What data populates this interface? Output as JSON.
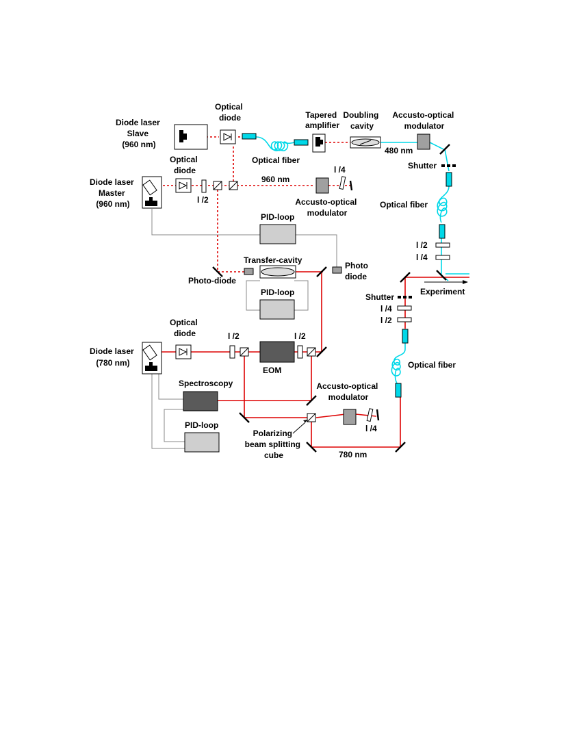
{
  "labels": {
    "slave_laser": [
      "Diode laser",
      "Slave",
      "(960 nm)"
    ],
    "master_laser": [
      "Diode laser",
      "Master",
      "(960 nm)"
    ],
    "laser_780": [
      "Diode laser",
      "(780 nm)"
    ],
    "optical_diode": [
      "Optical",
      "diode"
    ],
    "optical_fiber": "Optical fiber",
    "tapered_amplifier": [
      "Tapered",
      "amplifier"
    ],
    "doubling_cavity": [
      "Doubling",
      "cavity"
    ],
    "aom": [
      "Accusto-optical",
      "modulator"
    ],
    "shutter": "Shutter",
    "half_wave": "l /2",
    "quarter_wave": "l /4",
    "pid_loop": "PID-loop",
    "transfer_cavity": "Transfer-cavity",
    "photo_diode_left": "Photo-diode",
    "photo_diode_right": [
      "Photo",
      "diode"
    ],
    "experiment": "Experiment",
    "eom": "EOM",
    "spectroscopy": "Spectroscopy",
    "pbs": [
      "Polarizing",
      "beam splitting",
      "cube"
    ],
    "wl_960": "960 nm",
    "wl_480": "480 nm",
    "wl_780": "780 nm"
  },
  "colors": {
    "beam_780": "#dd0000",
    "beam_960": "#dd0000",
    "beam_480": "#00d8e8",
    "fiber_coupler": "#00d8e8",
    "aom_fill": "#a0a0a0",
    "dark_box": "#5a5a5a",
    "light_box": "#cfcfcf",
    "cable": "#888888"
  }
}
